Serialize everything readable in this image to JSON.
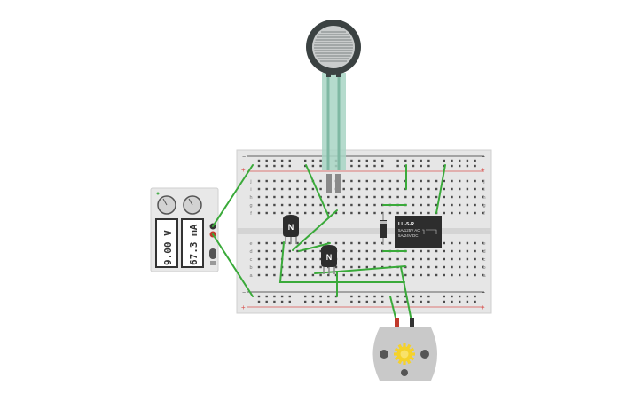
{
  "power_supply": {
    "voltage_readout": "9.00 V",
    "current_readout": "67.3 mA"
  },
  "relay": {
    "model": "LU-5-R",
    "rating_line1": "5A/125V AC",
    "rating_line2": "5A/24V DC"
  },
  "transistor_left": {
    "label": "N"
  },
  "transistor_right": {
    "label": "N"
  },
  "motor": {
    "label": ""
  },
  "breadboard": {
    "row_letters_top": [
      "j",
      "i",
      "h",
      "g",
      "f"
    ],
    "row_letters_bottom": [
      "e",
      "d",
      "c",
      "b",
      "a"
    ],
    "rail_minus": "−",
    "rail_plus": "+"
  },
  "colors": {
    "wire": "#3aaa3a",
    "board": "#e5e5e5",
    "rail_red": "#d9534f",
    "rail_dark": "#333333",
    "component_dark": "#2d2d2d",
    "motor_gear": "#f5d22b",
    "fsr_dark": "#3b4242",
    "fsr_leads": "#a8d5c4"
  }
}
